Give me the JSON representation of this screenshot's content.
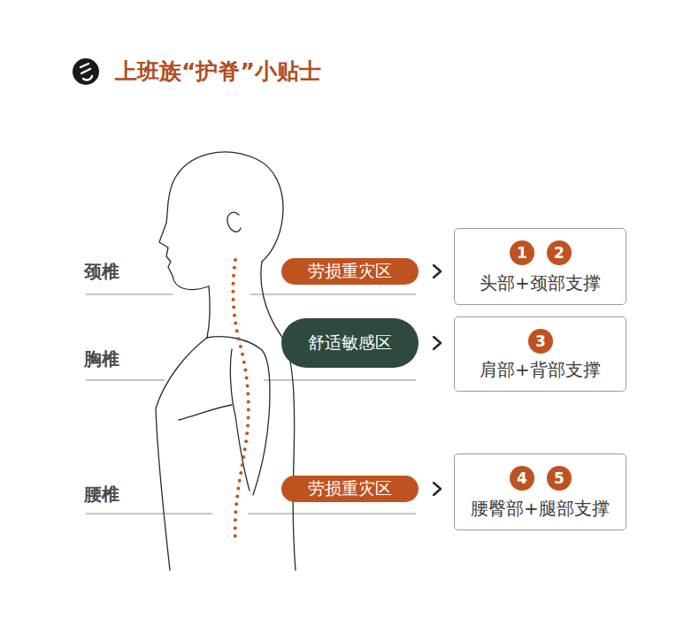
{
  "diagram": {
    "title": "上班族“护脊”小贴士",
    "nodes": [
      {
        "text": [
          "劳损重灾区"
        ]
      },
      {
        "text": [
          "头部+颈部支撑"
        ]
      },
      {
        "text": [
          "1"
        ],
        "in": 1
      },
      {
        "text": [
          "2"
        ],
        "in": 1
      },
      {
        "text": [
          "舒适敏感区"
        ]
      },
      {
        "text": [
          "肩部+背部支撑"
        ]
      },
      {
        "text": [
          "3"
        ],
        "in": 5
      },
      {
        "text": [
          "劳损重灾区"
        ]
      },
      {
        "text": [
          "腰臀部+腿部支撑"
        ]
      },
      {
        "text": [
          "4"
        ],
        "in": 8
      },
      {
        "text": [
          "5"
        ],
        "in": 8
      }
    ],
    "edges": [
      {
        "from": 0,
        "to": 1,
        "arrow": "to"
      },
      {
        "from": 4,
        "to": 5,
        "arrow": "to"
      },
      {
        "from": 7,
        "to": 8,
        "arrow": "to"
      }
    ],
    "labels": [
      "颈椎",
      "胸椎",
      "腰椎"
    ]
  }
}
